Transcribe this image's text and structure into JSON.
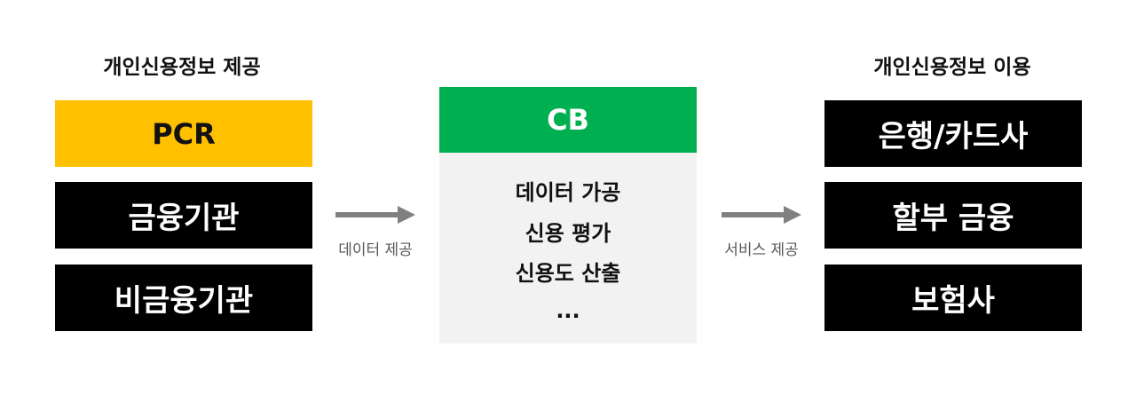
{
  "left": {
    "title": "개인신용정보 제공",
    "boxes": [
      "PCR",
      "금융기관",
      "비금융기관"
    ]
  },
  "center": {
    "header": "CB",
    "items": [
      "데이터 가공",
      "신용 평가",
      "신용도 산출",
      "..."
    ]
  },
  "right": {
    "title": "개인신용정보 이용",
    "boxes": [
      "은행/카드사",
      "할부 금융",
      "보험사"
    ]
  },
  "arrows": {
    "left_label": "데이터 제공",
    "right_label": "서비스 제공"
  },
  "colors": {
    "pcr": "#ffc000",
    "cb_header": "#00b050",
    "cb_body": "#f2f2f2",
    "box": "#000000",
    "arrow": "#808080"
  }
}
